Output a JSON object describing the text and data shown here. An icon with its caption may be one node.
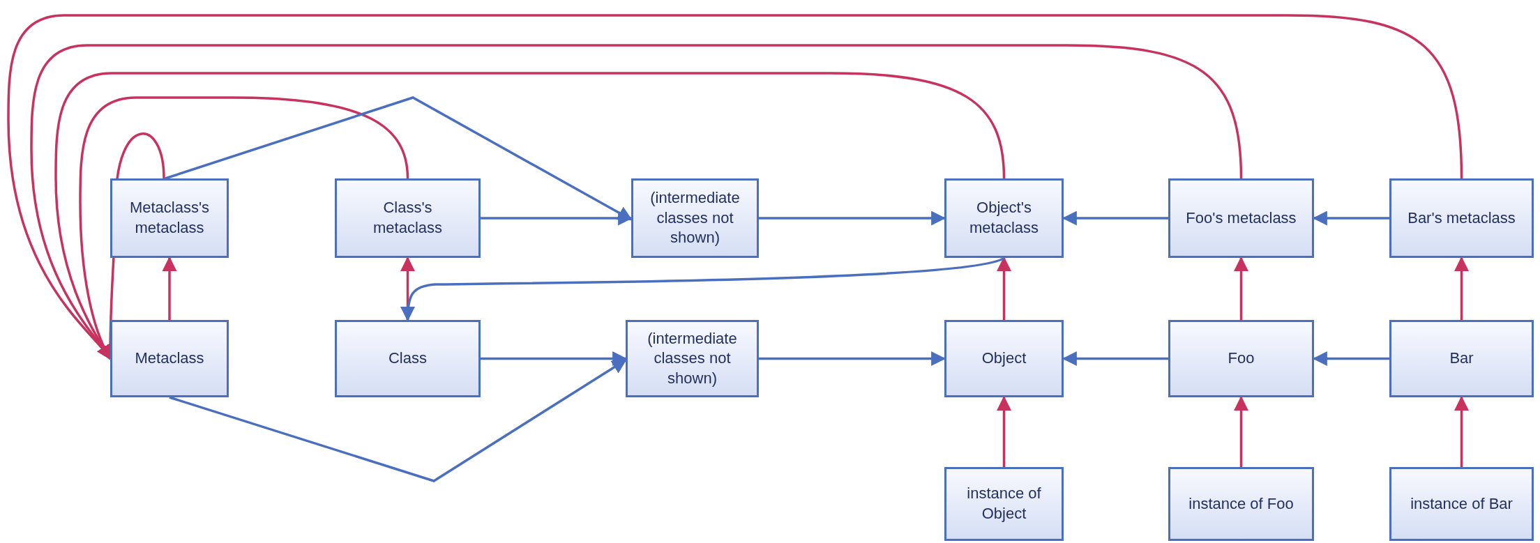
{
  "diagram": {
    "nodes": [
      {
        "text": [
          "Metaclass's metaclass"
        ]
      },
      {
        "text": [
          "Class's metaclass"
        ]
      },
      {
        "text": [
          "(intermediate classes not shown)"
        ]
      },
      {
        "text": [
          "Object's metaclass"
        ]
      },
      {
        "text": [
          "Foo's metaclass"
        ]
      },
      {
        "text": [
          "Bar's metaclass"
        ]
      },
      {
        "text": [
          "Metaclass"
        ]
      },
      {
        "text": [
          "Class"
        ]
      },
      {
        "text": [
          "(intermediate classes not shown)"
        ]
      },
      {
        "text": [
          "Object"
        ]
      },
      {
        "text": [
          "Foo"
        ]
      },
      {
        "text": [
          "Bar"
        ]
      },
      {
        "text": [
          "instance of Object"
        ]
      },
      {
        "text": [
          "instance of Foo"
        ]
      },
      {
        "text": [
          "instance of Bar"
        ]
      }
    ],
    "edges": [
      {
        "from": 6,
        "to": 0,
        "arrow": "to",
        "color": "#c8325f"
      },
      {
        "from": 7,
        "to": 1,
        "arrow": "to",
        "color": "#c8325f"
      },
      {
        "from": 9,
        "to": 3,
        "arrow": "to",
        "color": "#c8325f"
      },
      {
        "from": 10,
        "to": 4,
        "arrow": "to",
        "color": "#c8325f"
      },
      {
        "from": 11,
        "to": 5,
        "arrow": "to",
        "color": "#c8325f"
      },
      {
        "from": 12,
        "to": 9,
        "arrow": "to",
        "color": "#c8325f"
      },
      {
        "from": 13,
        "to": 10,
        "arrow": "to",
        "color": "#c8325f"
      },
      {
        "from": 14,
        "to": 11,
        "arrow": "to",
        "color": "#c8325f"
      },
      {
        "from": 0,
        "to": 6,
        "arrow": "to",
        "color": "#c8325f"
      },
      {
        "from": 1,
        "to": 6,
        "arrow": "to",
        "color": "#c8325f"
      },
      {
        "from": 3,
        "to": 6,
        "arrow": "to",
        "color": "#c8325f"
      },
      {
        "from": 4,
        "to": 6,
        "arrow": "to",
        "color": "#c8325f"
      },
      {
        "from": 5,
        "to": 6,
        "arrow": "to",
        "color": "#c8325f"
      },
      {
        "from": 0,
        "to": 2,
        "arrow": "to",
        "color": "#4a6fbf"
      },
      {
        "from": 1,
        "to": 2,
        "arrow": "to",
        "color": "#4a6fbf"
      },
      {
        "from": 2,
        "to": 3,
        "arrow": "to",
        "color": "#4a6fbf"
      },
      {
        "from": 4,
        "to": 3,
        "arrow": "to",
        "color": "#4a6fbf"
      },
      {
        "from": 5,
        "to": 4,
        "arrow": "to",
        "color": "#4a6fbf"
      },
      {
        "from": 3,
        "to": 7,
        "arrow": "to",
        "color": "#4a6fbf"
      },
      {
        "from": 6,
        "to": 8,
        "arrow": "to",
        "color": "#4a6fbf"
      },
      {
        "from": 7,
        "to": 8,
        "arrow": "to",
        "color": "#4a6fbf"
      },
      {
        "from": 8,
        "to": 9,
        "arrow": "to",
        "color": "#4a6fbf"
      },
      {
        "from": 10,
        "to": 9,
        "arrow": "to",
        "color": "#4a6fbf"
      },
      {
        "from": 11,
        "to": 10,
        "arrow": "to",
        "color": "#4a6fbf"
      }
    ]
  }
}
